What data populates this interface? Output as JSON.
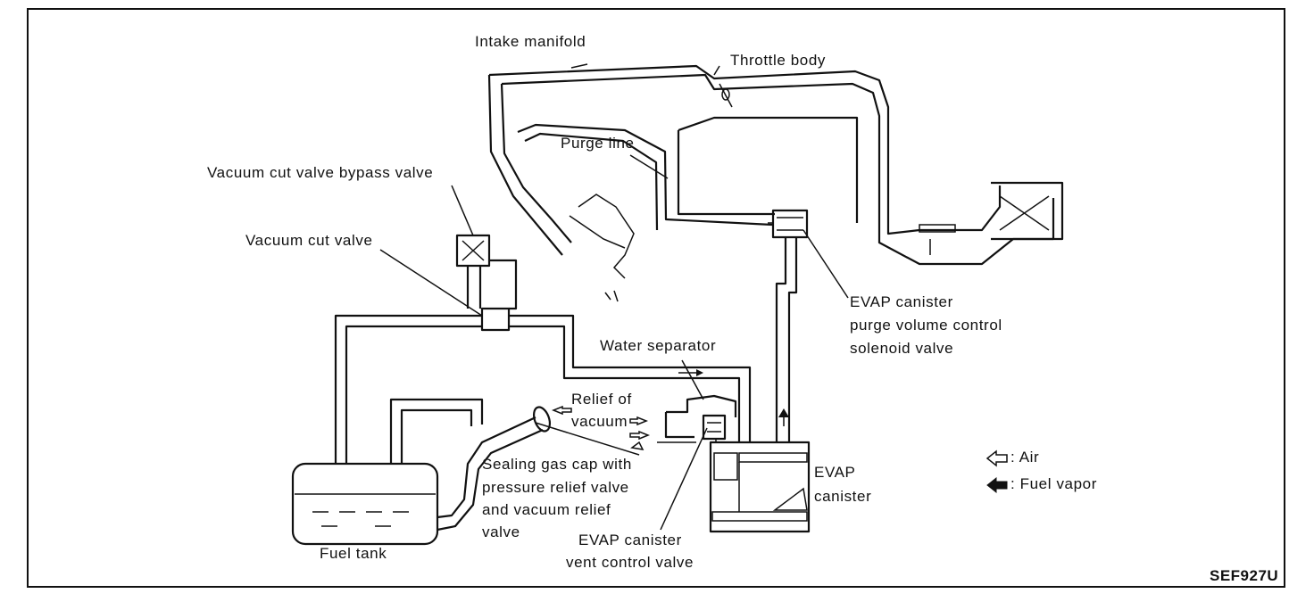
{
  "labels": {
    "intake_manifold": "Intake manifold",
    "throttle_body": "Throttle body",
    "purge_line": "Purge line",
    "vacuum_cut_valve_bypass_valve": "Vacuum cut valve bypass valve",
    "vacuum_cut_valve": "Vacuum cut valve",
    "evap_purge_valve": [
      "EVAP canister",
      "purge volume control",
      "solenoid valve"
    ],
    "water_separator": "Water separator",
    "relief_of_vacuum": [
      "Relief of",
      "vacuum"
    ],
    "sealing_gas_cap": [
      "Sealing gas cap with",
      "pressure relief valve",
      "and vacuum relief",
      "valve"
    ],
    "evap_canister": [
      "EVAP",
      "canister"
    ],
    "evap_vent_valve": [
      "EVAP canister",
      "vent control valve"
    ],
    "fuel_tank": "Fuel tank"
  },
  "legend": {
    "air": ": Air",
    "fuel_vapor": ": Fuel vapor"
  },
  "figure_code": "SEF927U"
}
